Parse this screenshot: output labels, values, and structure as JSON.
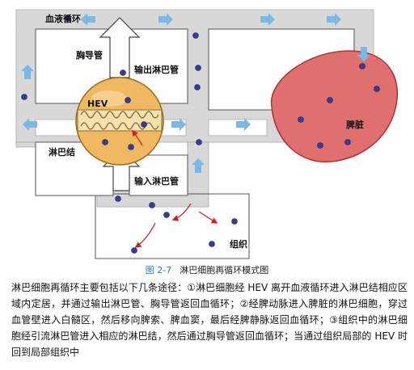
{
  "labels": {
    "blood_circulation": "血液循环",
    "thoracic_duct": "胸导管",
    "efferent_lymphatic": "输出淋巴管",
    "hev": "HEV",
    "lymph_node": "淋巴结",
    "afferent_lymphatic": "输入淋巴管",
    "spleen": "脾脏",
    "tissue": "组织"
  },
  "caption": {
    "number": "图 2-7",
    "title": "淋巴细胞再循环模式图"
  },
  "description": "淋巴细胞再循环主要包括以下几条途径：①淋巴细胞经 HEV 离开血液循环进入淋巴结相应区域内定居，并通过输出淋巴管、胸导管返回血循环；②经脾动脉进入脾脏的淋巴细胞，穿过血管壁进入白髓区，然后移向脾索、脾血窦，最后经脾静脉返回血循环；③组织中的淋巴细胞经引流淋巴管进入相应的淋巴结，然后通过胸导管返回血循环；当通过组织局部的 HEV 时回到局部组织中",
  "colors": {
    "vessel_fill": "#d8d8d8",
    "flow_arrow": "#7ab8e6",
    "node_fill": "#f0b860",
    "spleen_fill": "#e07070",
    "spleen_stroke": "#b03030",
    "cell_fill": "#3a3a9a",
    "migration_arrow": "#d02020",
    "caption_blue": "#2a7fc1"
  },
  "icons": {
    "lymphocyte": "small purple dot",
    "flow": "light-blue arrow",
    "migration": "red curved arrow"
  }
}
